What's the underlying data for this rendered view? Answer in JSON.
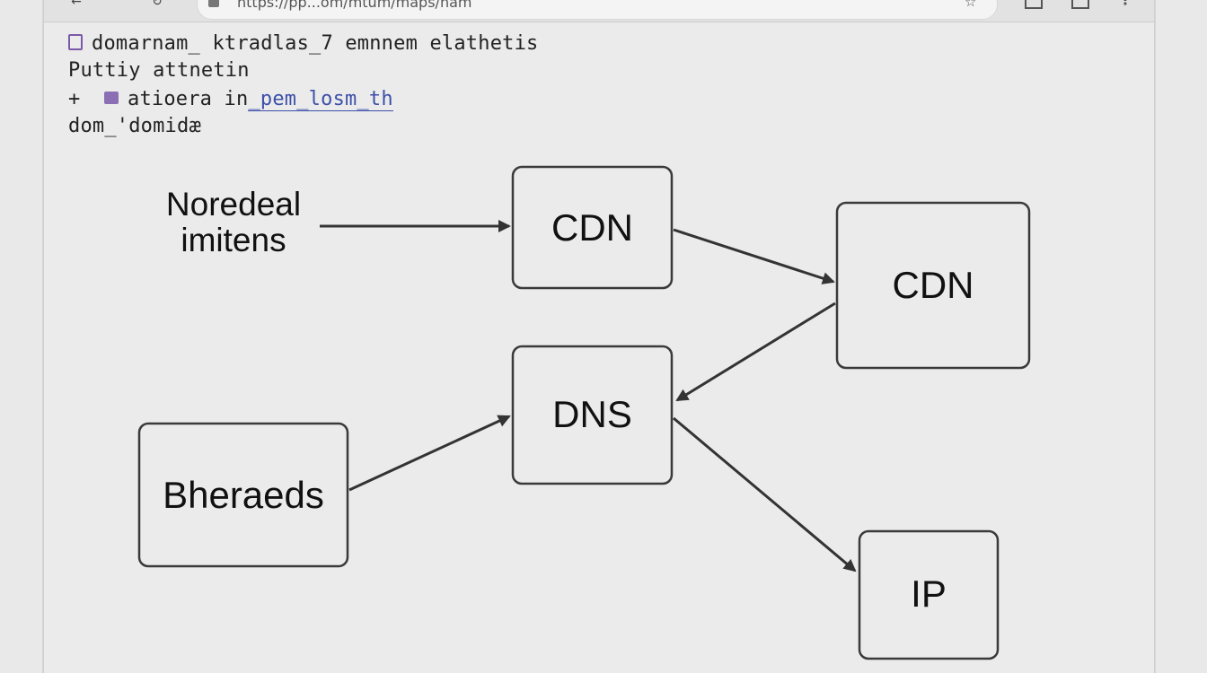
{
  "browser": {
    "url": "https://pp...om/mtum/maps/nam"
  },
  "header_lines": {
    "line1": "domarnam_ ktradlas_7 emnnem elathetis",
    "line2": "Puttiy attnetin",
    "line3_prefix": "+",
    "line3_text": "atioera in",
    "line3_link": "_pem_losm_th",
    "line4": "dom_'domidæ"
  },
  "diagram": {
    "source_label_line1": "Noredeal",
    "source_label_line2": "imitens",
    "nodes": {
      "cdn_a": "CDN",
      "cdn_b": "CDN",
      "dns": "DNS",
      "bheraeds": "Bheraeds",
      "ip": "IP"
    }
  },
  "colors": {
    "node_border": "#3a3a3a",
    "arrow": "#333333",
    "background": "#ebebeb",
    "link": "#3d4fa8",
    "folder": "#8a6fb5"
  }
}
